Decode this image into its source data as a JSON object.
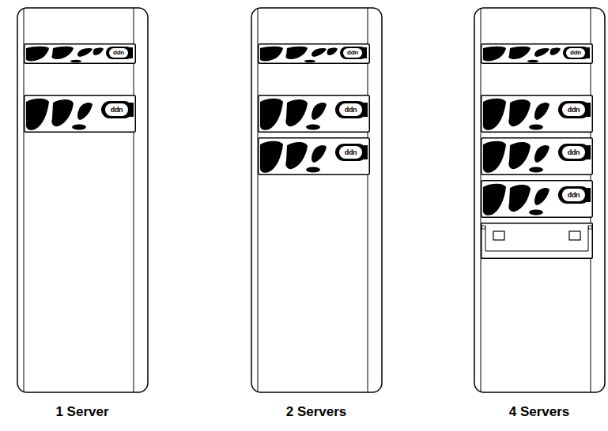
{
  "diagram": {
    "labels": [
      "ddn",
      "ddn",
      "ddn",
      "ddn",
      "ddn",
      "ddn",
      "ddn",
      "ddn",
      "ddn",
      "1 Server",
      "2 Servers",
      "4 Servers"
    ]
  }
}
